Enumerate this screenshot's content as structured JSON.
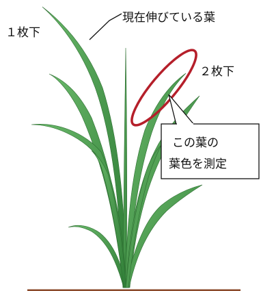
{
  "labels": {
    "current_leaf": "現在伸びている葉",
    "leaf_1_below": "１枚下",
    "leaf_2_below": "２枚下",
    "measure_line1": "この葉の",
    "measure_line2": "葉色を測定"
  },
  "colors": {
    "leaf_dark": "#3f8f3f",
    "leaf_light": "#6ab86a",
    "highlight_ellipse": "#b51f2a",
    "soil": "#8b4a2b"
  }
}
